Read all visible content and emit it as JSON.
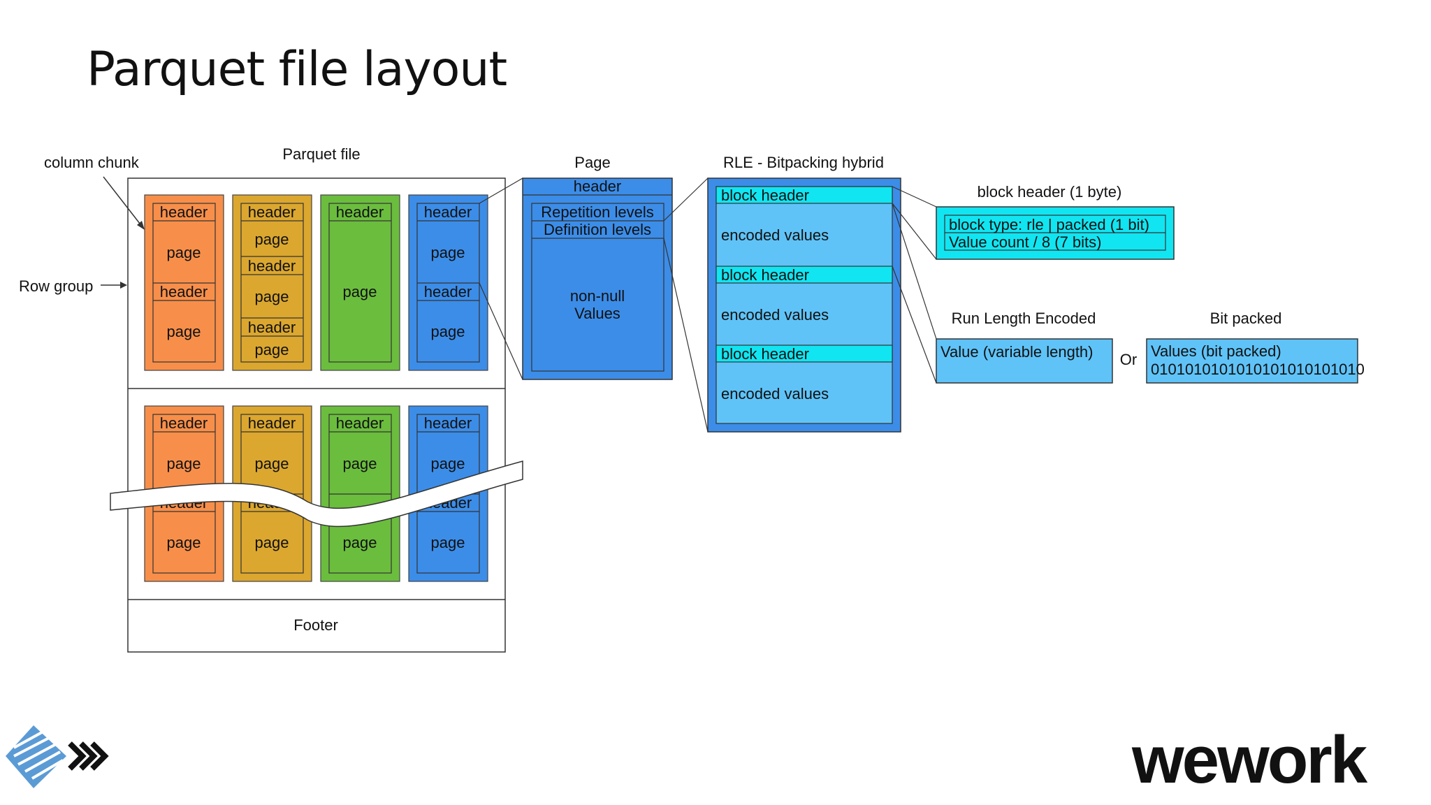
{
  "title": "Parquet file layout",
  "colors": {
    "orange": "#f78f4a",
    "yellow": "#dba72f",
    "green": "#6bbd3e",
    "blue": "#3c8de8",
    "light_blue": "#5fc3f8",
    "cyan": "#11e5f1"
  },
  "labels": {
    "column_chunk": "column chunk",
    "parquet_file": "Parquet file",
    "row_group": "Row group",
    "footer": "Footer",
    "page_title": "Page",
    "rle_title": "RLE - Bitpacking hybrid",
    "block_header_title": "block header (1 byte)",
    "run_length_title": "Run Length Encoded",
    "bit_packed_title": "Bit packed",
    "or": "Or"
  },
  "chunk_text": {
    "header": "header",
    "page": "page"
  },
  "page_detail": {
    "header": "header",
    "repetition": "Repetition levels",
    "definition": "Definition levels",
    "values_line1": "non-null",
    "values_line2": "Values"
  },
  "rle_detail": {
    "block_header": "block header",
    "encoded_values": "encoded values"
  },
  "block_header_detail": {
    "row1": "block type: rle | packed (1 bit)",
    "row2": "Value count / 8 (7 bits)"
  },
  "rle_value": "Value (variable length)",
  "bit_packed": {
    "line1": "Values (bit packed)",
    "line2": "0101010101010101010101010"
  },
  "logos": {
    "left": "chevron-logo",
    "right": "wework"
  }
}
